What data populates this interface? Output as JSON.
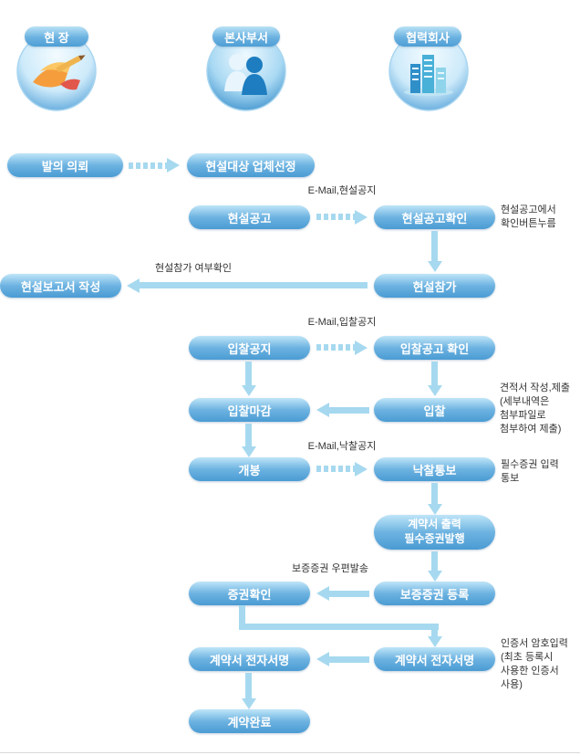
{
  "lanes": {
    "site": "현 장",
    "hq": "본사부서",
    "partner": "협력회사"
  },
  "icons": {
    "site": "art-supplies-icon",
    "hq": "people-icon",
    "partner": "buildings-icon"
  },
  "nodes": {
    "request": "발의 의뢰",
    "select_company": "현설대상 업체선정",
    "site_notice": "현설공고",
    "site_notice_check": "현설공고확인",
    "site_join": "현설참가",
    "site_report": "현설보고서 작성",
    "bid_notice": "입찰공지",
    "bid_notice_check": "입찰공고 확인",
    "bid_close": "입찰마감",
    "bid": "입찰",
    "opening": "개봉",
    "award_notice": "낙찰통보",
    "contract_print": "계약서 출력\n필수증권발행",
    "bond_register": "보증증권 등록",
    "bond_check": "증권확인",
    "esign_partner": "계약서 전자서명",
    "esign_hq": "계약서 전자서명",
    "complete": "계약완료"
  },
  "edge_labels": {
    "email_site": "E-Mail,현설공지",
    "join_confirm": "현설참가 여부확인",
    "email_bid": "E-Mail,입찰공지",
    "email_award": "E-Mail,낙찰공지",
    "bond_mail": "보증증권 우편발송"
  },
  "notes": {
    "site_check": "현설공고에서\n확인버튼누름",
    "bid": "견적서 작성,제출\n(세부내역은\n첨부파일로\n첨부하여 제출)",
    "award": "필수증권 입력\n통보",
    "esign": "인증서 암호입력\n(최초 등록시\n사용한 인증서\n사용)"
  },
  "colors": {
    "pill_gradient_top": "#bfe5f8",
    "pill_gradient_bottom": "#4a9bd3",
    "arrow": "#a6d9ef",
    "pill_text": "#ffffff",
    "label_text": "#333333"
  }
}
